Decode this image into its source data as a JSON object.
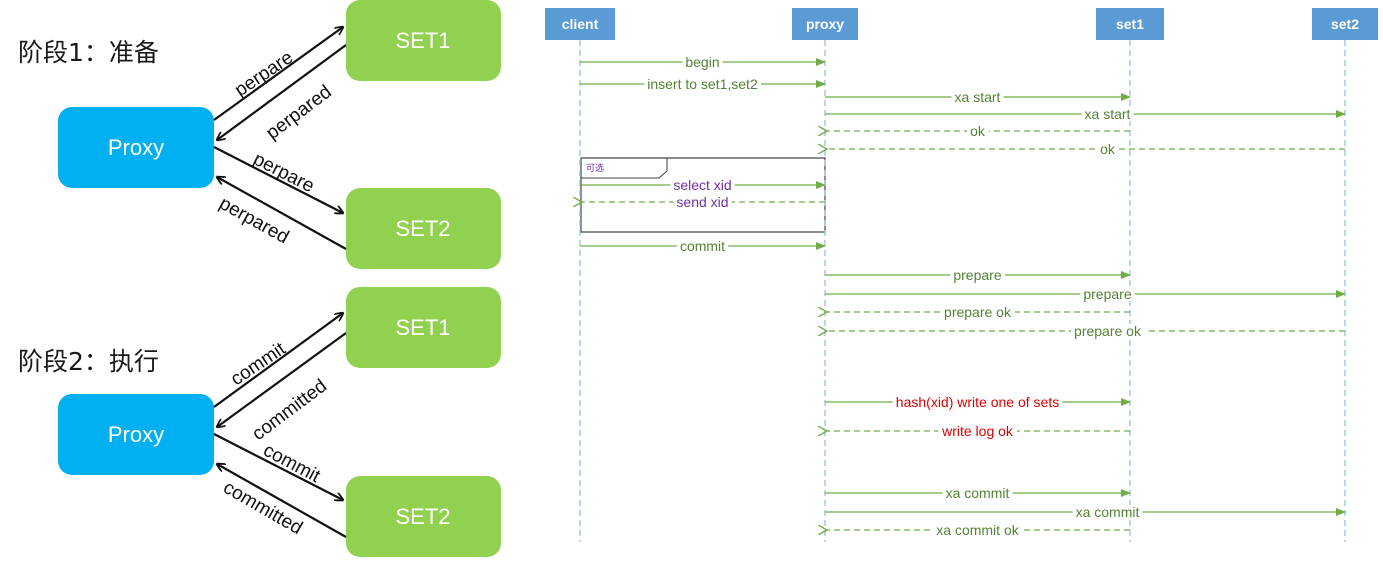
{
  "colors": {
    "proxy_box": "#00b0f0",
    "set_box": "#92d050",
    "lane_header": "#5b9bd5",
    "lifeline": "#9dc3e6",
    "message_green": "#70ad47",
    "message_text_green": "#548235",
    "message_red": "#e00000",
    "message_purple": "#7030a0"
  },
  "left": {
    "stage1": {
      "title": "阶段1：准备",
      "proxy": "Proxy",
      "set1": "SET1",
      "set2": "SET2",
      "arrows": {
        "to_set1": "perpare",
        "from_set1": "perpared",
        "to_set2": "perpare",
        "from_set2": "perpared"
      }
    },
    "stage2": {
      "title": "阶段2：执行",
      "proxy": "Proxy",
      "set1": "SET1",
      "set2": "SET2",
      "arrows": {
        "to_set1": "commit",
        "from_set1": "committed",
        "to_set2": "commit",
        "from_set2": "committed"
      }
    }
  },
  "sequence": {
    "lanes": [
      "client",
      "proxy",
      "set1",
      "set2"
    ],
    "optional_frame_label": "可选",
    "messages": [
      {
        "label": "begin",
        "from": 0,
        "to": 1,
        "style": "solid",
        "color": "green"
      },
      {
        "label": "insert to set1,set2",
        "from": 0,
        "to": 1,
        "style": "solid",
        "color": "green"
      },
      {
        "label": "xa start",
        "from": 1,
        "to": 2,
        "style": "solid",
        "color": "green"
      },
      {
        "label": "xa start",
        "from": 1,
        "to": 3,
        "style": "solid",
        "color": "green"
      },
      {
        "label": "ok",
        "from": 2,
        "to": 1,
        "style": "dashed",
        "color": "green"
      },
      {
        "label": "ok",
        "from": 3,
        "to": 1,
        "style": "dashed",
        "color": "green"
      },
      {
        "label": "select xid",
        "from": 0,
        "to": 1,
        "style": "solid",
        "color": "purple"
      },
      {
        "label": "send xid",
        "from": 1,
        "to": 0,
        "style": "dashed",
        "color": "purple"
      },
      {
        "label": "commit",
        "from": 0,
        "to": 1,
        "style": "solid",
        "color": "green"
      },
      {
        "label": "prepare",
        "from": 1,
        "to": 2,
        "style": "solid",
        "color": "green"
      },
      {
        "label": "prepare",
        "from": 1,
        "to": 3,
        "style": "solid",
        "color": "green"
      },
      {
        "label": "prepare ok",
        "from": 2,
        "to": 1,
        "style": "dashed",
        "color": "green"
      },
      {
        "label": "prepare ok",
        "from": 3,
        "to": 1,
        "style": "dashed",
        "color": "green"
      },
      {
        "label": "hash(xid) write one of sets",
        "from": 1,
        "to": 2,
        "style": "solid",
        "color": "red"
      },
      {
        "label": "write log ok",
        "from": 2,
        "to": 1,
        "style": "dashed",
        "color": "red"
      },
      {
        "label": "xa commit",
        "from": 1,
        "to": 2,
        "style": "solid",
        "color": "green"
      },
      {
        "label": "xa commit",
        "from": 1,
        "to": 3,
        "style": "solid",
        "color": "green"
      },
      {
        "label": "xa commit ok",
        "from": 2,
        "to": 1,
        "style": "dashed",
        "color": "green"
      }
    ]
  }
}
